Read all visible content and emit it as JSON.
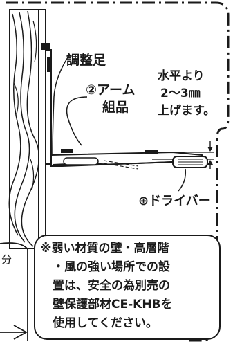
{
  "labels": {
    "adjuster_foot": "調整足",
    "arm_assembly_line1": "②アーム",
    "arm_assembly_line2": "組品",
    "raise_line1": "水平より",
    "raise_line2": "2～3㎜",
    "raise_line3": "上げます。",
    "screwdriver": "⊕ドライバー",
    "partial_left_glyph": "分"
  },
  "note": {
    "line1": "※弱い材質の壁・高層階",
    "line2": "・風の強い場所での設",
    "line3": "置は、安全の為別売の",
    "line4": "壁保護部材CE-KHBを",
    "line5": "使用してください。"
  },
  "colors": {
    "ink": "#1a1a1a",
    "paper": "#ffffff",
    "dashed_frame": "#1a1a1a"
  }
}
